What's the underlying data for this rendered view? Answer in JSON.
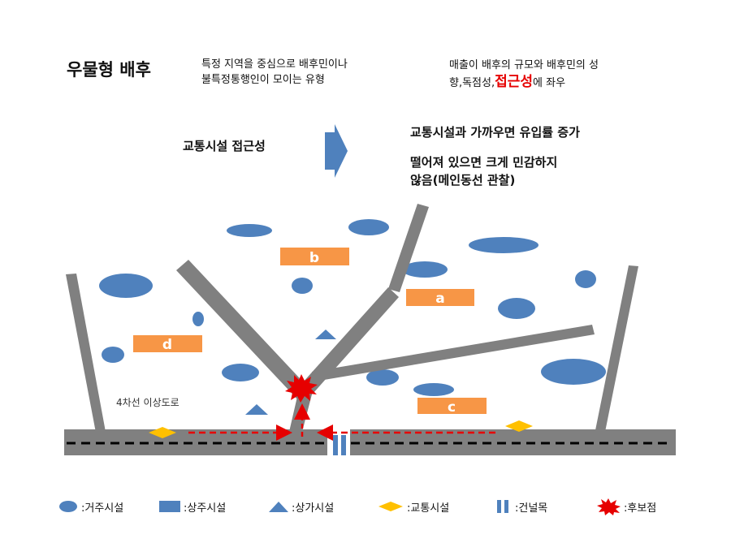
{
  "header": {
    "title": "우물형 배후",
    "desc1_line1": "특정 지역을 중심으로 배후민이나",
    "desc1_line2": "불특정통행인이 모이는 유형",
    "desc2_line1": "매출이 배후의 규모와 배후민의 성",
    "desc2_pre": "향,독점성,",
    "desc2_highlight": "접근성",
    "desc2_post": "에 좌우"
  },
  "access": {
    "label": "교통시설 접근성",
    "note1": "교통시설과 가까우면 유입률 증가",
    "note2_line1": "떨어져 있으면 크게 민감하지",
    "note2_line2": "않음(메인동선 관찰)"
  },
  "diagram": {
    "zone_labels": [
      "a",
      "b",
      "c",
      "d"
    ],
    "road_label": "4차선 이상도로"
  },
  "legend": [
    {
      "icon": "ellipse-icon",
      "label": ":거주시설"
    },
    {
      "icon": "rectangle-icon",
      "label": ":상주시설"
    },
    {
      "icon": "triangle-icon",
      "label": ":상가시설"
    },
    {
      "icon": "diamond-icon",
      "label": ":교통시설"
    },
    {
      "icon": "double-bar-icon",
      "label": ":건널목"
    },
    {
      "icon": "star-burst-icon",
      "label": ":후보점"
    }
  ],
  "colors": {
    "residential": "#4f81bd",
    "commercial_zone": "#f79646",
    "road": "#808080",
    "transit": "#ffc000",
    "candidate": "#e60000",
    "arrow": "#e60000"
  }
}
